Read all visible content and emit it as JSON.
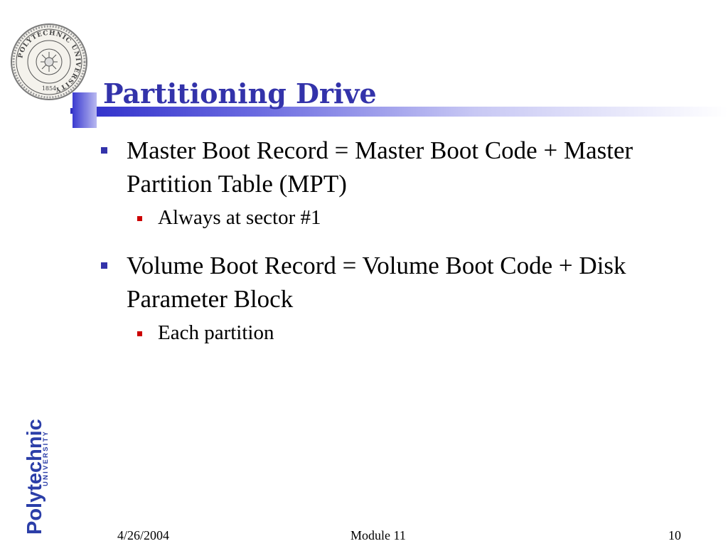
{
  "slide": {
    "title": "Partitioning Drive",
    "bullets": [
      {
        "text": "Master Boot Record = Master Boot Code + Master Partition Table (MPT)",
        "sub": [
          "Always at sector #1"
        ]
      },
      {
        "text": "Volume Boot Record = Volume Boot Code + Disk Parameter Block",
        "sub": [
          "Each partition"
        ]
      }
    ]
  },
  "seal": {
    "ring_text": "POLYTECHNIC UNIVERSITY",
    "year": "1854"
  },
  "logo": {
    "name": "Polytechnic",
    "sub": "UNIVERSITY"
  },
  "footer": {
    "date": "4/26/2004",
    "module": "Module 11",
    "page": "10"
  },
  "colors": {
    "title": "#3333aa",
    "bullet_primary": "#3333aa",
    "bullet_secondary": "#cc0000",
    "logo": "#2b3ea8"
  }
}
